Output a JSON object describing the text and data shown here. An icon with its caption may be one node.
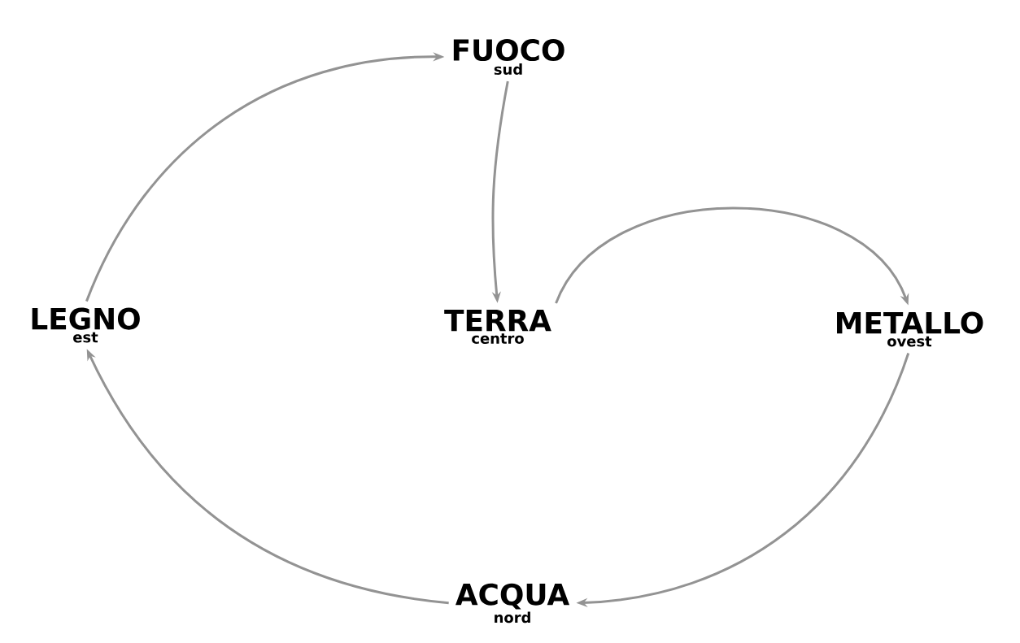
{
  "diagram": {
    "nodes": [
      {
        "text": [
          "FUOCO",
          "sud"
        ]
      },
      {
        "text": [
          "LEGNO",
          "est"
        ]
      },
      {
        "text": [
          "TERRA",
          "centro"
        ]
      },
      {
        "text": [
          "METALLO",
          "ovest"
        ]
      },
      {
        "text": [
          "ACQUA",
          "nord"
        ]
      }
    ],
    "edges": [
      {
        "from": 1,
        "to": 0,
        "arrow": "to"
      },
      {
        "from": 0,
        "to": 2,
        "arrow": "to"
      },
      {
        "from": 2,
        "to": 3,
        "arrow": "to"
      },
      {
        "from": 3,
        "to": 4,
        "arrow": "to"
      },
      {
        "from": 4,
        "to": 1,
        "arrow": "to"
      }
    ]
  }
}
